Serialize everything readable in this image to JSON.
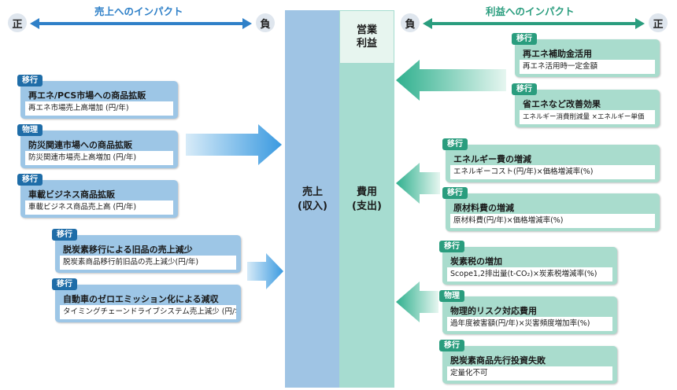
{
  "header": {
    "left": {
      "title": "売上へのインパクト",
      "pos": "正",
      "neg": "負"
    },
    "right": {
      "title": "利益へのインパクト",
      "neg": "負",
      "pos": "正"
    }
  },
  "center": {
    "sales": "売上\n(収入)",
    "cost": "費用\n(支出)",
    "op_profit": "営業\n利益"
  },
  "left_cards": [
    {
      "badge": "移行",
      "title": "再エネ/PCS市場への商品拡販",
      "sub": "再エネ市場売上高増加  (円/年)"
    },
    {
      "badge": "物理",
      "title": "防災関連市場への商品拡販",
      "sub": "防災関連市場売上高増加 (円/年)"
    },
    {
      "badge": "移行",
      "title": "車載ビジネス商品拡販",
      "sub": "車載ビジネス商品売上高 (円/年)"
    },
    {
      "badge": "移行",
      "title": "脱炭素移行による旧品の売上減少",
      "sub": "脱炭素商品移行前旧品の売上減少(円/年)"
    },
    {
      "badge": "移行",
      "title": "自動車のゼロエミッション化による減収",
      "sub": "タイミングチェーンドライブシステム売上減少 (円/年)"
    }
  ],
  "right_cards": [
    {
      "badge": "移行",
      "title": "再エネ補助金活用",
      "sub": "再エネ活用時一定金額"
    },
    {
      "badge": "移行",
      "title": "省エネなど改善効果",
      "sub": "エネルギー消費削減量 ×エネルギー単価"
    },
    {
      "badge": "移行",
      "title": "エネルギー費の増減",
      "sub": "エネルギーコスト(円/年)×価格増減率(%)"
    },
    {
      "badge": "移行",
      "title": "原材料費の増減",
      "sub": "原材料費(円/年)×価格増減率(%)"
    },
    {
      "badge": "移行",
      "title": "炭素税の増加",
      "sub": "Scope1,2排出量(t-CO₂)×炭素税増減率(%)"
    },
    {
      "badge": "物理",
      "title": "物理的リスク対応費用",
      "sub": "過年度被害額(円/年)×災害頻度増加率(%)"
    },
    {
      "badge": "移行",
      "title": "脱炭素商品先行投資失敗",
      "sub": "定量化不可"
    }
  ],
  "colors": {
    "blue": "#1f6da8",
    "green": "#2a9d7e",
    "blue_light": "#9dc6e6",
    "green_light": "#a9dccd"
  }
}
